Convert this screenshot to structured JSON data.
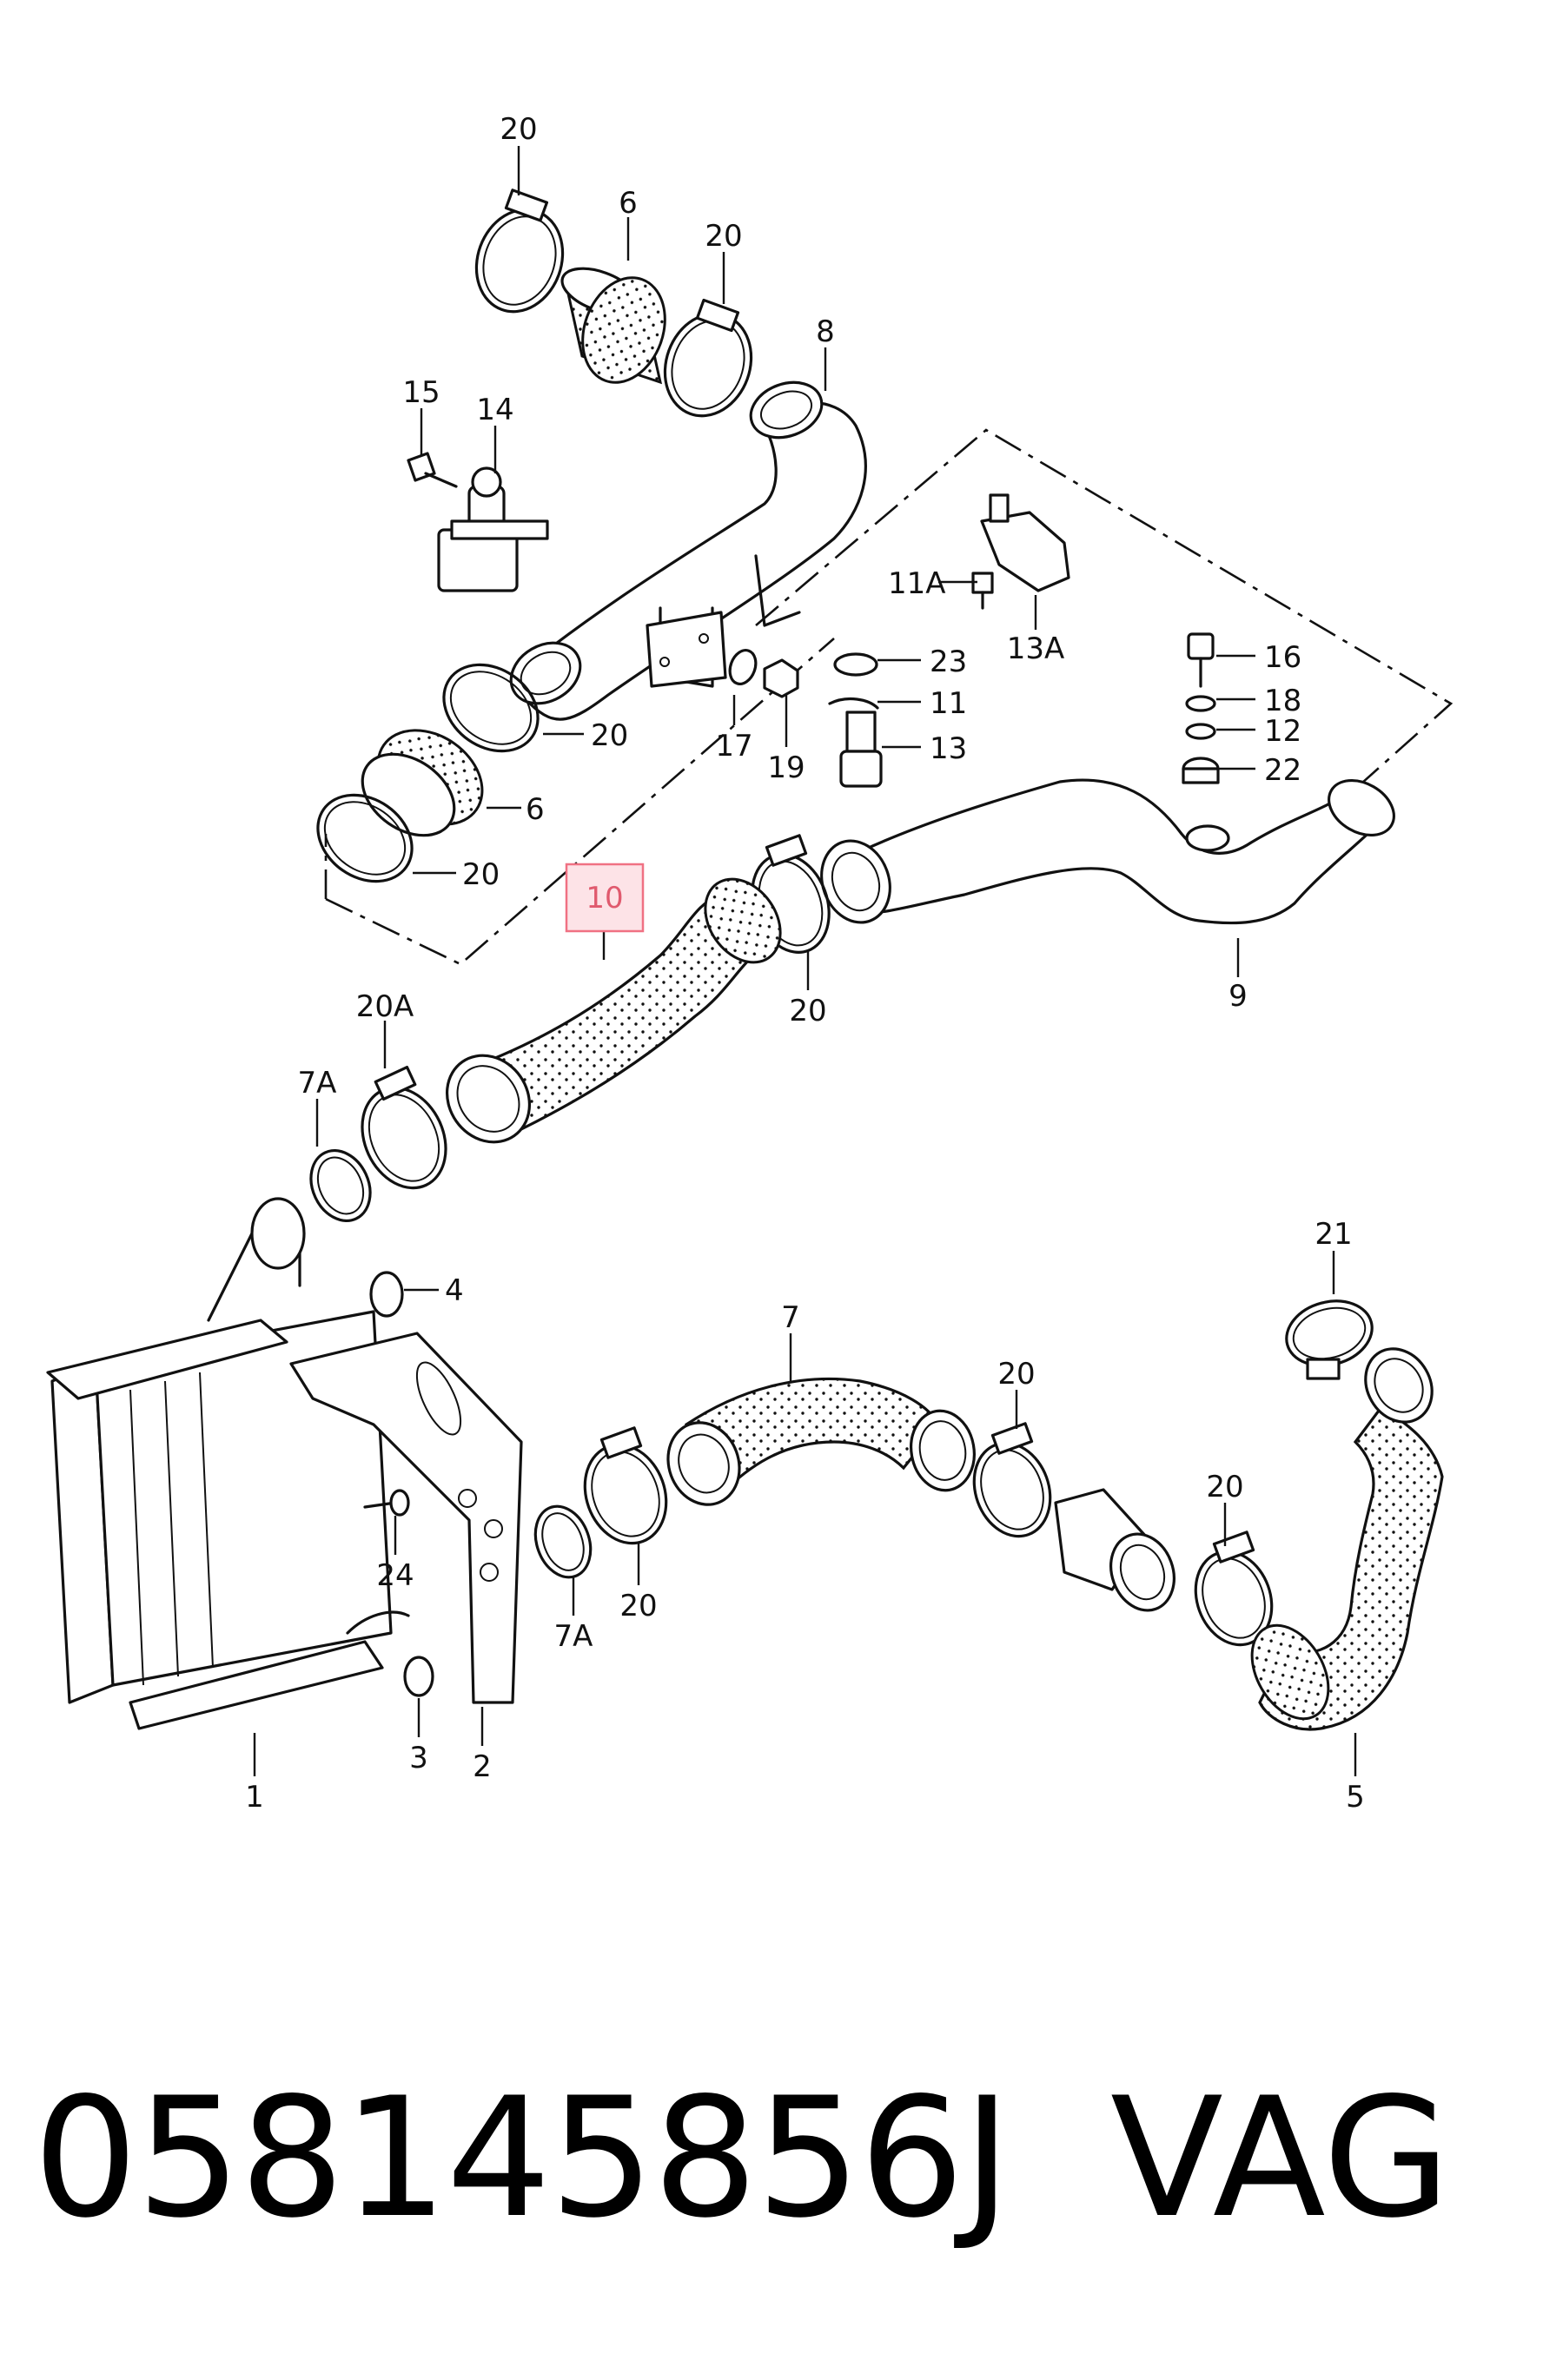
{
  "callouts": {
    "c20_top": "20",
    "c6_top": "6",
    "c20_b": "20",
    "c8": "8",
    "c15": "15",
    "c14": "14",
    "c11a": "11A",
    "c13a": "13A",
    "c16": "16",
    "c18": "18",
    "c12": "12",
    "c22": "22",
    "c23": "23",
    "c11": "11",
    "c13": "13",
    "c20_c": "20",
    "c6_b": "6",
    "c20_d": "20",
    "c17": "17",
    "c19": "19",
    "c10": "10",
    "c20_e": "20",
    "c9": "9",
    "c20a": "20A",
    "c7a_top": "7A",
    "c4": "4",
    "c7": "7",
    "c21": "21",
    "c20_f": "20",
    "c20_g": "20",
    "c24": "24",
    "c7a_b": "7A",
    "c20_h": "20",
    "c3": "3",
    "c2": "2",
    "c1": "1",
    "c5": "5"
  },
  "highlight": {
    "color": "#f07183",
    "fill": "#fde3e7"
  },
  "footer": {
    "part_number": "058145856J",
    "brand": "VAG"
  }
}
